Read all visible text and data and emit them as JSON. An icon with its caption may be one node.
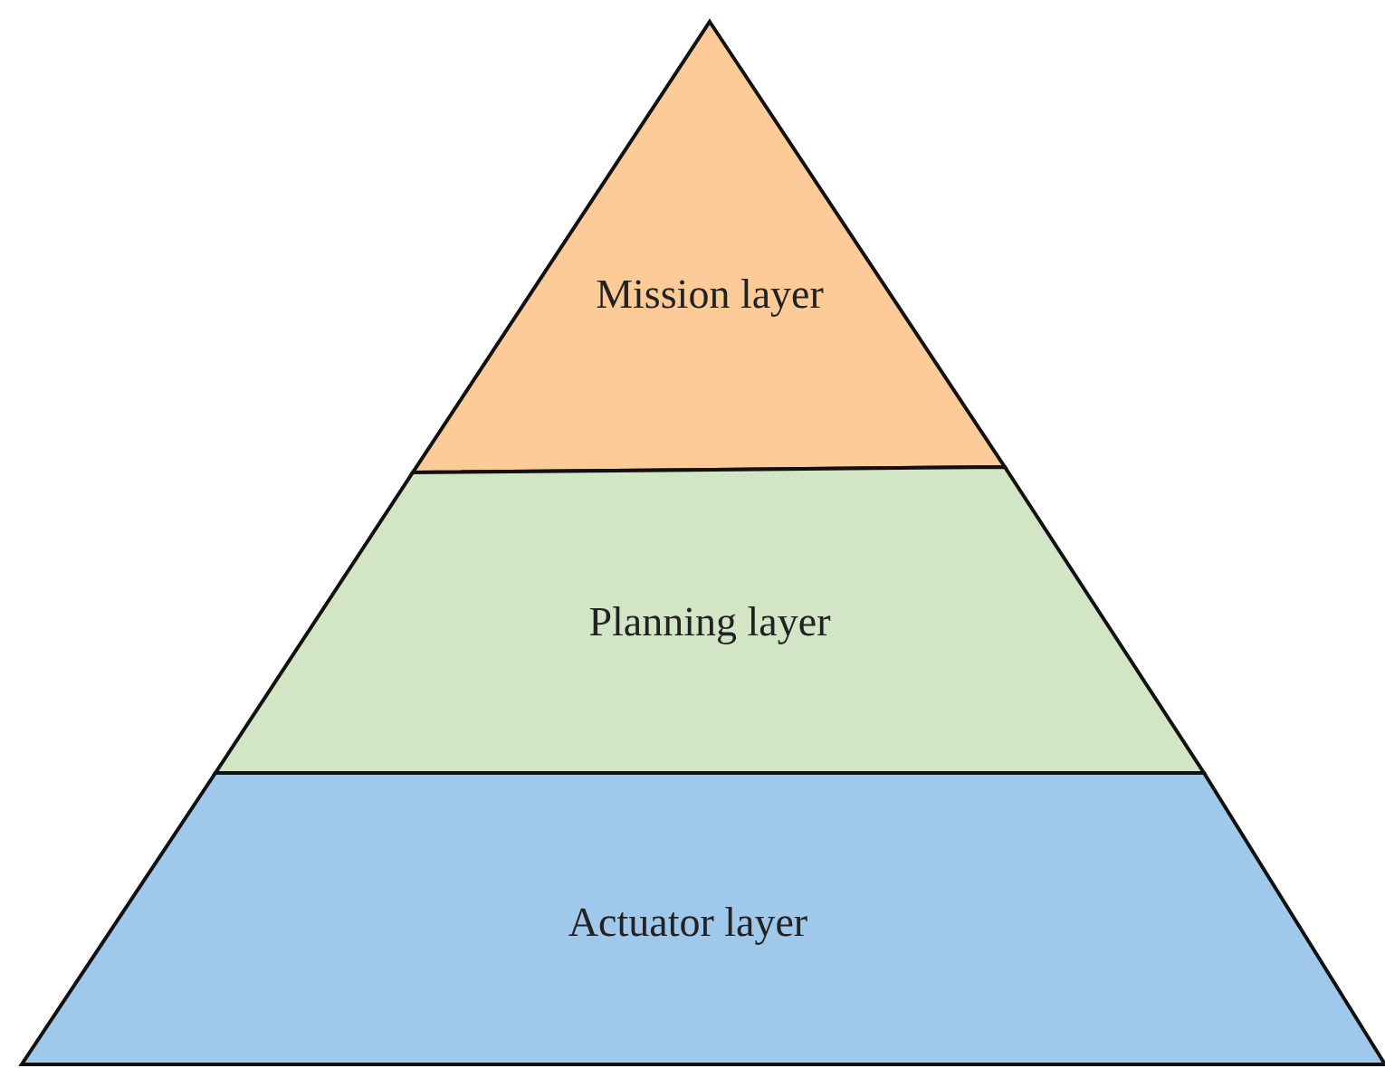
{
  "diagram": {
    "nodes": [
      {
        "text": [
          "Mission layer"
        ]
      },
      {
        "text": [
          "Planning layer"
        ]
      },
      {
        "text": [
          "Actuator layer"
        ]
      }
    ]
  }
}
